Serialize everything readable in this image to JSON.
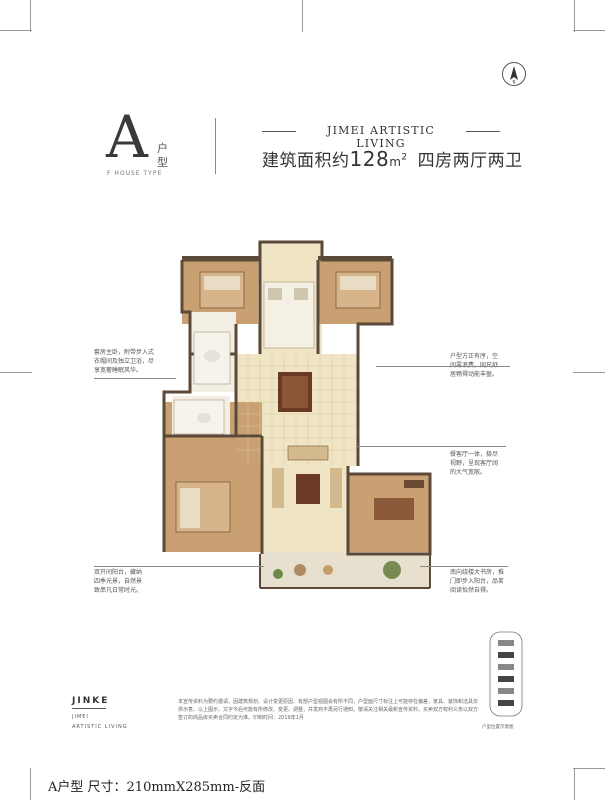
{
  "unit_type": {
    "letter": "A",
    "cn_line1": "户",
    "cn_line2": "型",
    "en": "F HOUSE TYPE"
  },
  "tagline": "JIMEI ARTISTIC LIVING",
  "headline": {
    "prefix": "建筑面积约",
    "area": "128",
    "unit": "m",
    "unit_sup": "2",
    "rooms": "四房两厅两卫"
  },
  "callouts": {
    "left_top": [
      "套房主卧，附带步入式",
      "衣帽间及独立卫浴，尽",
      "享宽奢睡眠风华。"
    ],
    "left_bottom": [
      "双开间阳台，藏纳",
      "四季光景，自然景",
      "致串凡日常时光。"
    ],
    "right_1": [
      "户型方正有序，空",
      "间零浪费，同尺舒",
      "居畅得动能丰盈。"
    ],
    "right_2": [
      "餐客厅一体，极尽",
      "视野，呈现客厅阔",
      "的大气宽敞。"
    ],
    "right_3": [
      "南向绕楼大书房，推",
      "门即步入阳台，品茗",
      "阅读怡然自得。"
    ]
  },
  "brand": {
    "name": "JINKE",
    "line2": "JIMEI",
    "line3": "ARTISTIC LIVING"
  },
  "disclaimer": "本宣传资料为要约邀请，因建筑规划、设计变更原因，有部户型视图会有所不同，户型面尺寸标注上可能存在偏差，家具、装饰和洁具仅供示意，以上图示、文字今后可能有所修改、变更、调整，并发商不再另行通知，敬请关注相关最新宣传资料，买卖双方权利义务以双方签订的商品房买卖合同约定为准。印制时间：2019年1月",
  "keyplan_label": "户型位置示意图",
  "footer": "A户型 尺寸：210mmX285mm-反面",
  "colors": {
    "floor_tile": "#efe4c4",
    "wood_floor": "#c9a071",
    "wall": "#5b4a3a",
    "balcony": "#e8e0cf"
  }
}
